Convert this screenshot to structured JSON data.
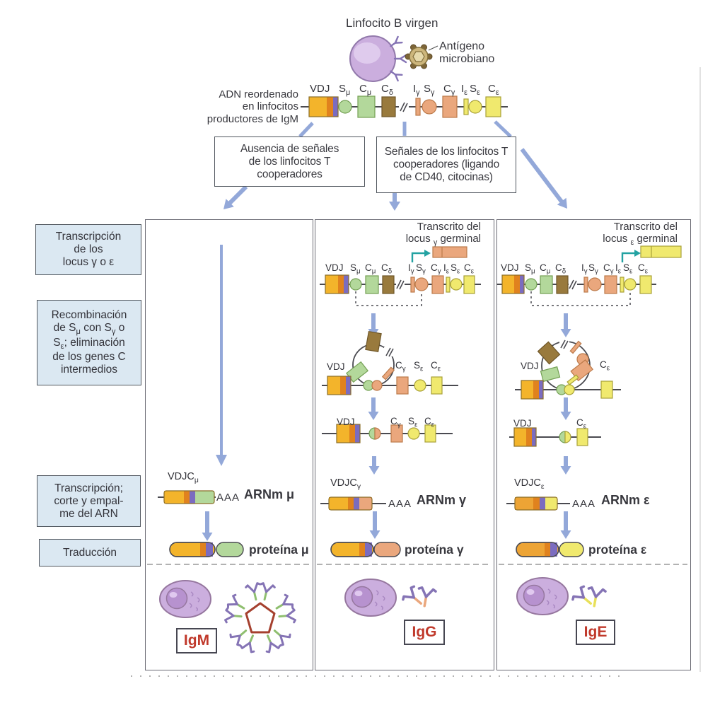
{
  "top": {
    "b_cell_label": "Linfocito B virgen",
    "antigen_line1": "Antígeno",
    "antigen_line2": "microbiano",
    "dna_line1": "ADN reordenado",
    "dna_line2": "en linfocitos",
    "dna_line3": "productores de IgM"
  },
  "genes": [
    {
      "b": "VDJ",
      "s": ""
    },
    {
      "b": "S",
      "s": "μ"
    },
    {
      "b": "C",
      "s": "μ"
    },
    {
      "b": "C",
      "s": "δ"
    },
    {
      "b": "I",
      "s": "γ"
    },
    {
      "b": "S",
      "s": "γ"
    },
    {
      "b": "C",
      "s": "γ"
    },
    {
      "b": "I",
      "s": "ε"
    },
    {
      "b": "S",
      "s": "ε"
    },
    {
      "b": "C",
      "s": "ε"
    }
  ],
  "signal_boxes": {
    "absence": {
      "l1": "Ausencia de señales",
      "l2": "de los linfocitos T",
      "l3": "cooperadores"
    },
    "presence": {
      "l1": "Señales de los linfocitos T",
      "l2": "cooperadores (ligando",
      "l3": "de CD40, citocinas)"
    }
  },
  "left_labels": {
    "transcription": {
      "l1": "Transcripción",
      "l2": "de los",
      "l3": "locus γ o ε"
    },
    "recombination": {
      "l1": "Recombinación",
      "l2a": "de S",
      "l2s1": "μ",
      "l2b": " con S",
      "l2s2": "γ",
      "l2c": " o",
      "l3a": "S",
      "l3s1": "ε",
      "l3b": "; eliminación",
      "l4": "de los genes C",
      "l5": "intermedios"
    },
    "splicing": {
      "l1": "Transcripción;",
      "l2": "corte y empal-",
      "l3": "me del ARN"
    },
    "translation": {
      "l1": "Traducción"
    }
  },
  "transcripts": {
    "gamma": {
      "l1": "Transcrito del",
      "l2a": "locus ",
      "l2s": "γ",
      "l2b": " germinal"
    },
    "epsilon": {
      "l1": "Transcrito del",
      "l2a": "locus ",
      "l2s": "ε",
      "l2b": " germinal"
    }
  },
  "mrna": {
    "mu": {
      "gene_b": "VDJC",
      "gene_s": "μ",
      "aaa": "AAA",
      "arnm": "ARNm μ",
      "protein": "proteína μ",
      "ig": "IgM"
    },
    "gamma": {
      "gene_b": "VDJC",
      "gene_s": "γ",
      "aaa": "AAA",
      "arnm": "ARNm γ",
      "protein": "proteína γ",
      "ig": "IgG"
    },
    "epsilon": {
      "gene_b": "VDJC",
      "gene_s": "ε",
      "aaa": "AAA",
      "arnm": "ARNm ε",
      "protein": "proteína ε",
      "ig": "IgE"
    }
  },
  "colors": {
    "arrow_blue": "#93a8d9",
    "teal_arrow": "#23a2a2",
    "label_box_bg": "#dbe8f2",
    "ig_red": "#c0392b",
    "vdj_yellow": "#f3b42b",
    "deep_yellow": "#eda435",
    "stripe_orange": "#e0821e",
    "stripe_purple": "#7b6cc0",
    "seg_green": "#b3d89b",
    "seg_brown": "#997a3d",
    "seg_salmon": "#eaa77d",
    "seg_yellow": "#f0e96e",
    "cell_purple": "#cbaede",
    "antibody_purple": "#8574b5",
    "pentamer_red": "#a5402e"
  }
}
